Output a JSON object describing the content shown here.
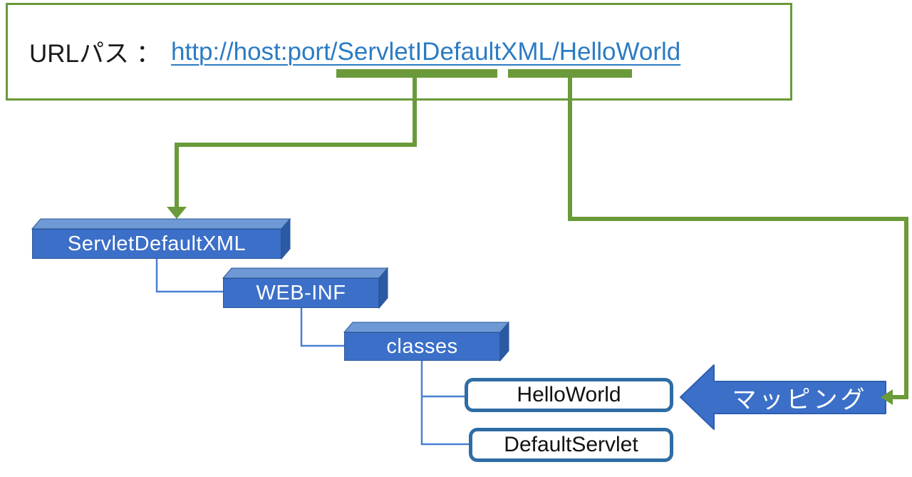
{
  "url_panel": {
    "label": "URLパス",
    "separator": "：",
    "url": "http://host:port/ServletIDefaultXML/HelloWorld"
  },
  "tree": {
    "root_folder": "ServletDefaultXML",
    "subfolder": "WEB-INF",
    "classes_folder": "classes",
    "servlet1": "HelloWorld",
    "servlet2": "DefaultServlet"
  },
  "mapping": {
    "label": "マッピング"
  },
  "colors": {
    "green_accent": "#6a9a3a",
    "link_blue": "#2b7bc4",
    "folder_front_blue": "#3b6fc8",
    "folder_top_blue": "#6f99d4",
    "folder_side_blue": "#2c59a4",
    "servlet_box_border": "#2e6da4",
    "tree_connector_blue": "#4a80d4",
    "mapping_arrow_blue": "#3b6fc8"
  }
}
